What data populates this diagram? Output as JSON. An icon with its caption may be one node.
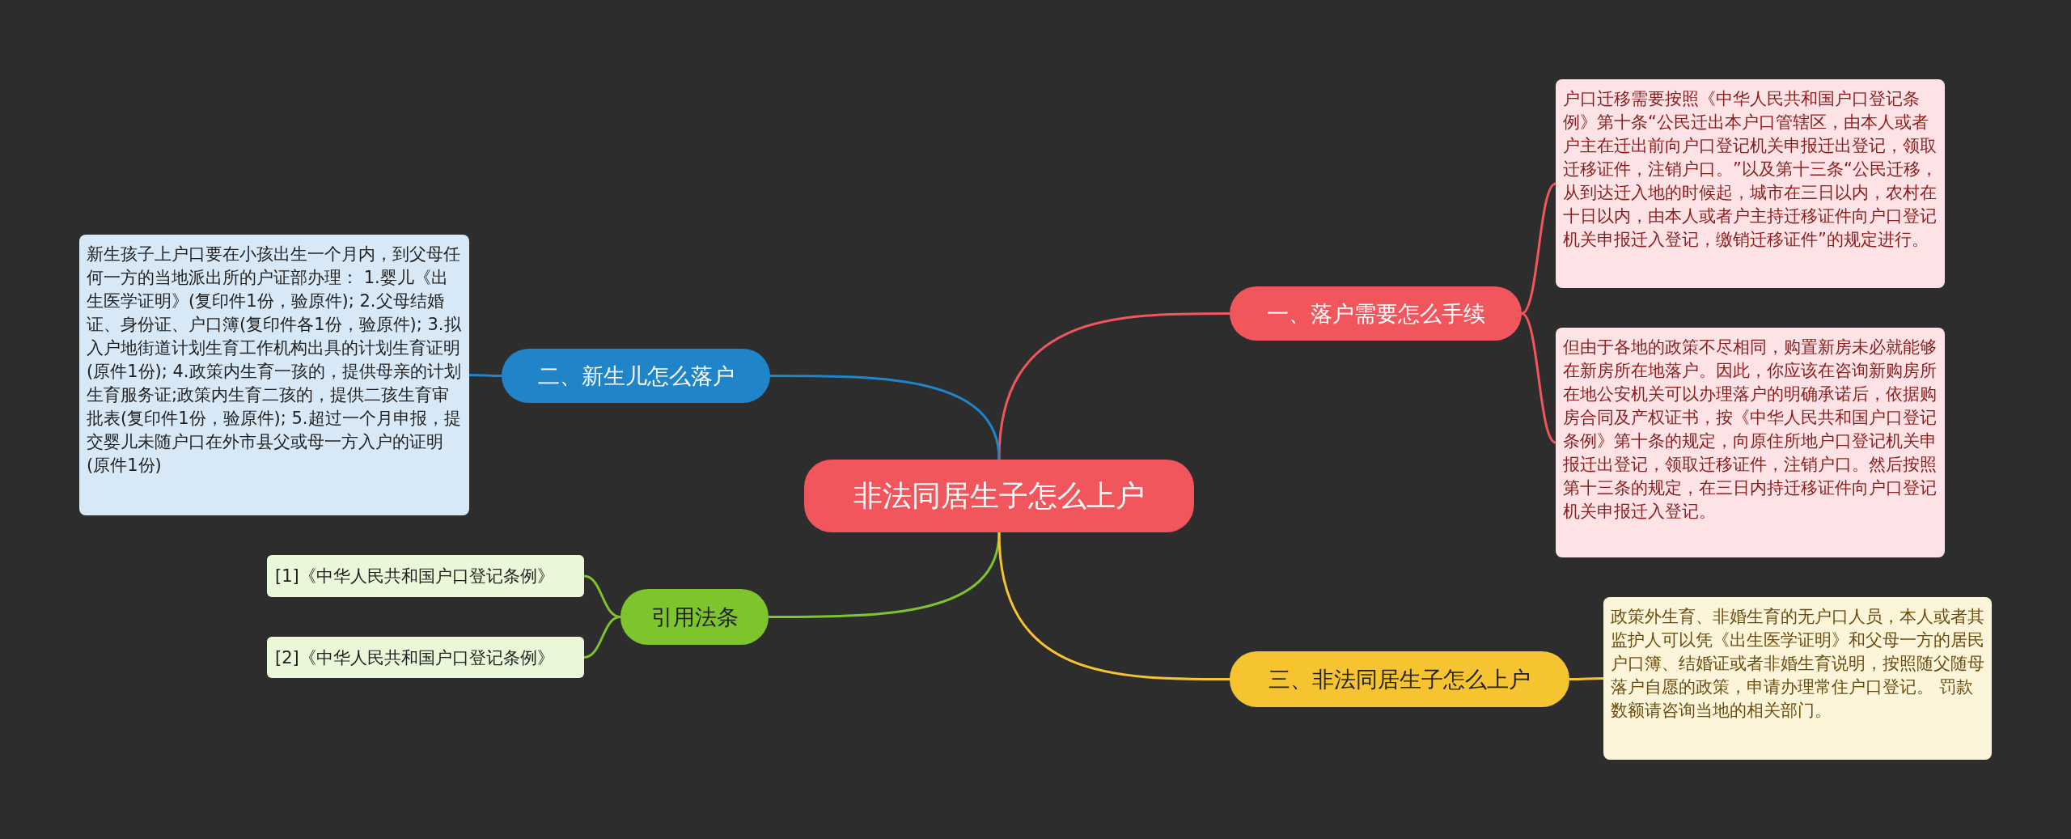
{
  "diagram": {
    "nodes": [
      {
        "text": [
          "非法同居生子怎么上户"
        ]
      },
      {
        "text": [
          "一、落户需要怎么手续"
        ]
      },
      {
        "text": [
          "户口迁移需要按照《中华人民共和国户口登记条例》第十条“公民迁出本户口管辖区，由本人或者户主在迁出前向户口登记机关申报迁出登记，领取迁移证件，注销户口。”以及第十三条“公民迁移，从到达迁入地的时候起，城市在三日以内，农村在十日以内，由本人或者户主持迁移证件向户口登记机关申报迁入登记，缴销迁移证件”的规定进行。"
        ]
      },
      {
        "text": [
          "但由于各地的政策不尽相同，购置新房未必就能够在新房所在地落户。因此，你应该在咨询新购房所在地公安机关可以办理落户的明确承诺后，依据购房合同及产权证书，按《中华人民共和国户口登记条例》第十条的规定，向原住所地户口登记机关申报迁出登记，领取迁移证件，注销户口。然后按照第十三条的规定，在三日内持迁移证件向户口登记机关申报迁入登记。"
        ]
      },
      {
        "text": [
          "二、新生儿怎么落户"
        ]
      },
      {
        "text": [
          "新生孩子上户口要在小孩出生一个月内，到父母任何一方的当地派出所的户证部办理： 1.婴儿《出生医学证明》(复印件1份，验原件); 2.父母结婚证、身份证、户口簿(复印件各1份，验原件); 3.拟入户地街道计划生育工作机构出具的计划生育证明(原件1份); 4.政策内生育一孩的，提供母亲的计划生育服务证;政策内生育二孩的，提供二孩生育审批表(复印件1份，验原件); 5.超过一个月申报，提交婴儿未随户口在外市县父或母一方入户的证明(原件1份)"
        ]
      },
      {
        "text": [
          "引用法条"
        ]
      },
      {
        "text": [
          "[1]《中华人民共和国户口登记条例》"
        ]
      },
      {
        "text": [
          "[2]《中华人民共和国户口登记条例》"
        ]
      },
      {
        "text": [
          "三、非法同居生子怎么上户"
        ]
      },
      {
        "text": [
          "政策外生育、非婚生育的无户口人员，本人或者其监护人可以凭《出生医学证明》和父母一方的居民户口簿、结婚证或者非婚生育说明，按照随父随母落户自愿的政策，申请办理常住户口登记。 罚款数额请咨询当地的相关部门。"
        ]
      }
    ],
    "edges": [
      {
        "from": 0,
        "to": 1,
        "arrow": "none",
        "color": "#f0565c"
      },
      {
        "from": 1,
        "to": 2,
        "arrow": "none",
        "color": "#f0565c"
      },
      {
        "from": 1,
        "to": 3,
        "arrow": "none",
        "color": "#f0565c"
      },
      {
        "from": 0,
        "to": 4,
        "arrow": "none",
        "color": "#1f84c8"
      },
      {
        "from": 4,
        "to": 5,
        "arrow": "none",
        "color": "#1f84c8"
      },
      {
        "from": 0,
        "to": 6,
        "arrow": "none",
        "color": "#7dc42d"
      },
      {
        "from": 6,
        "to": 7,
        "arrow": "none",
        "color": "#7dc42d"
      },
      {
        "from": 6,
        "to": 8,
        "arrow": "none",
        "color": "#7dc42d"
      },
      {
        "from": 0,
        "to": 9,
        "arrow": "none",
        "color": "#f6c431"
      },
      {
        "from": 9,
        "to": 10,
        "arrow": "none",
        "color": "#f6c431"
      }
    ]
  }
}
